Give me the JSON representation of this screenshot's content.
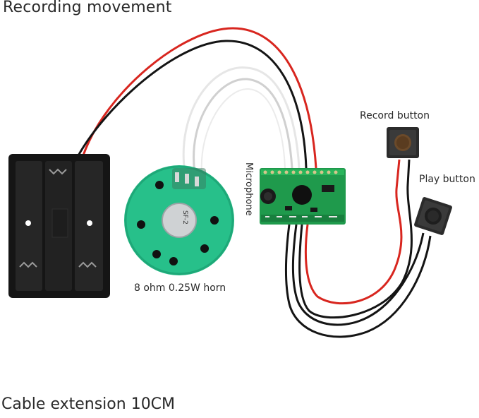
{
  "caption": {
    "title": "Recording movement",
    "footer": "Cable extension 10CM"
  },
  "labels": {
    "record_button": "Record button",
    "play_button": "Play button",
    "microphone": "Microphone",
    "horn": "8 ohm 0.25W horn",
    "speaker_marking": "SF-2"
  },
  "colors": {
    "wire_red": "#d8261f",
    "wire_black": "#141414",
    "speaker_green": "#27c08a",
    "pcb_green": "#1f9a4c",
    "battery_black": "#151515",
    "button_body": "#2b2b2b",
    "button_cap": "#6b4a2a"
  }
}
